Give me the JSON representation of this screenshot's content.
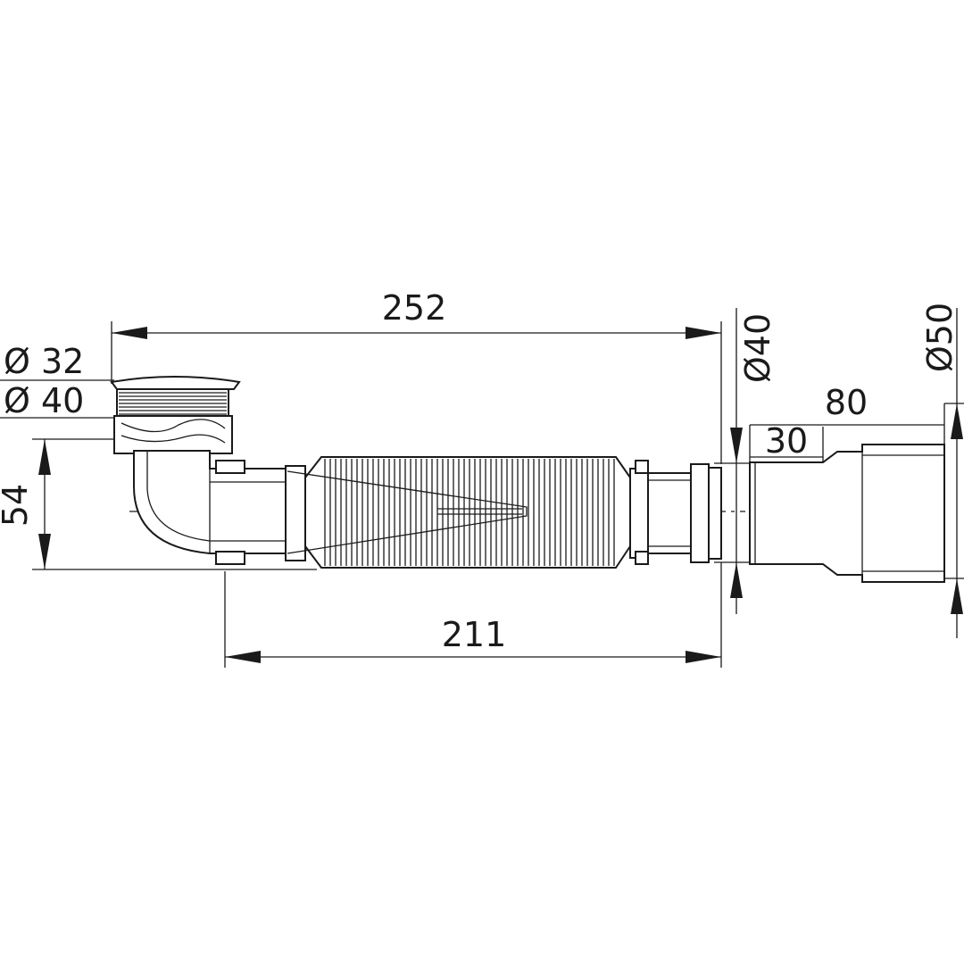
{
  "labels": {
    "overall_length": "252",
    "inlet_diameter_top": "Ø 32",
    "inlet_diameter_bottom": "Ø 40",
    "height": "54",
    "outlet_diameter_inner": "Ø40",
    "outlet_diameter_outer": "Ø50",
    "adapter_length": "80",
    "adapter_insert_length": "30",
    "adapter_inner_diameter": "40",
    "body_length": "211"
  },
  "colors": {
    "line": "#1a1a1a",
    "background": "#ffffff"
  }
}
